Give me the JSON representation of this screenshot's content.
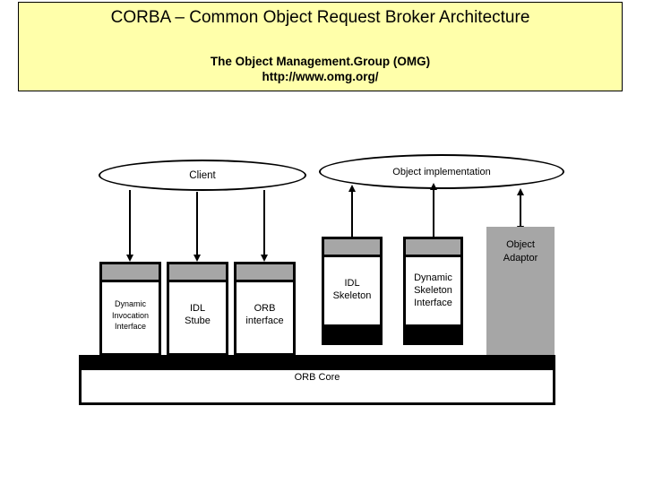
{
  "title": {
    "main": "CORBA – Common Object Request Broker Architecture",
    "sub_line1": "The Object Management.Group (OMG)",
    "sub_line2": "http://www.omg.org/",
    "background": "#FFFFAA"
  },
  "diagram": {
    "client_ellipse": "Client",
    "object_implementation_ellipse": "Object implementation",
    "object_adaptor": "Object\nAdaptor",
    "object_adaptor_line1": "Object",
    "object_adaptor_line2": "Adaptor",
    "orb_core": "ORB Core",
    "client_side_components": [
      {
        "line1": "Dynamic",
        "line2": "Invocation",
        "line3": "Interface"
      },
      {
        "line1": "IDL",
        "line2": "Stube",
        "line3": ""
      },
      {
        "line1": "ORB",
        "line2": "interface",
        "line3": ""
      }
    ],
    "server_side_components": [
      {
        "line1": "IDL",
        "line2": "Skeleton",
        "line3": ""
      },
      {
        "line1": "Dynamic",
        "line2": "Skeleton",
        "line3": "Interface"
      }
    ],
    "colors": {
      "component_cap": "#A6A6A6",
      "adaptor_panel": "#A6A6A6",
      "stroke": "#000000",
      "fill": "#FFFFFF"
    }
  }
}
